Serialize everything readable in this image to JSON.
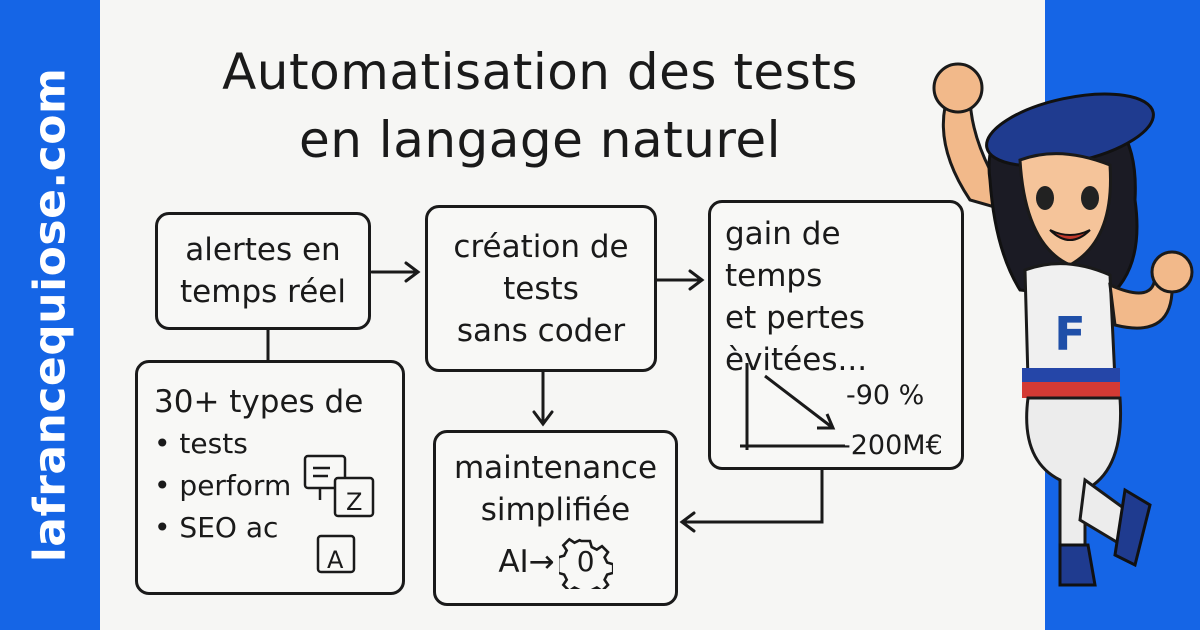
{
  "site": "lafrancequiose.com",
  "title": [
    "Automatisation des tests",
    "en langage naturel"
  ],
  "boxes": {
    "alerts": [
      "alertes en",
      "temps réel"
    ],
    "creation": [
      "création de",
      "tests",
      "sans coder"
    ],
    "gain": {
      "lines": [
        "gain de temps",
        "et pertes",
        "èvitées..."
      ],
      "stat1": "-90 %",
      "stat2": "-200M€"
    },
    "types": {
      "heading": "30+ types de",
      "items": [
        "tests",
        "perform",
        "SEO ac"
      ],
      "icon_letters": [
        "Z",
        "A"
      ]
    },
    "maintenance": {
      "lines": [
        "maintenance",
        "simplifiée"
      ],
      "ai": "AI→",
      "gear_text": "0"
    }
  },
  "colors": {
    "brand_blue": "#1565e6",
    "background": "#f6f6f4"
  },
  "mascot_shirt_letter": "F"
}
